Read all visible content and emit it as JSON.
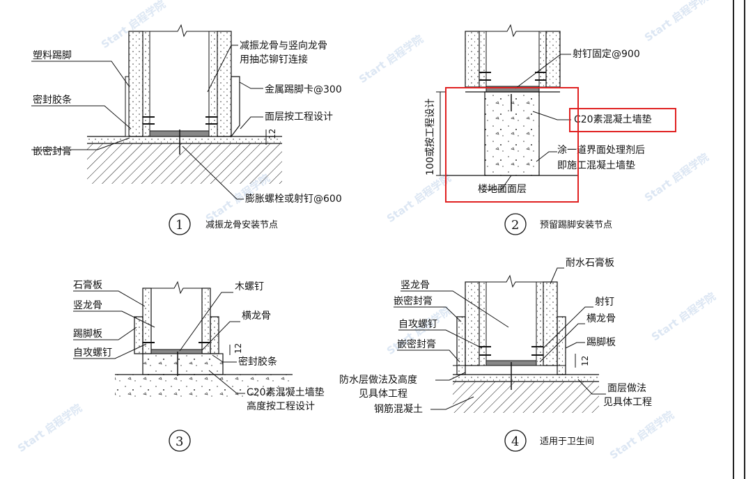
{
  "colors": {
    "ink": "#111111",
    "highlight": "#e02020",
    "watermark": "#d8e4f2",
    "frame": "#222222"
  },
  "watermark": "Start 启程学院",
  "d1": {
    "num": "1",
    "title": "减振龙骨安装节点",
    "labels": {
      "baseboard": "塑料踢脚",
      "seal_strip": "密封胶条",
      "sealant": "嵌密封膏",
      "connect_1": "减振龙骨与竖向龙骨",
      "connect_2": "用抽芯铆钉连接",
      "clip": "金属踢脚卡@300",
      "finish": "面层按工程设计",
      "bolt": "膨胀螺栓或射钉@600",
      "dim": "12"
    }
  },
  "d2": {
    "num": "2",
    "title": "预留踢脚安装节点",
    "labels": {
      "nail": "射钉固定@900",
      "pad": "C20素混凝土墙垫",
      "agent_1": "涂一道界面处理剂后",
      "agent_2": "即施工混凝土墙垫",
      "floor": "楼地面面层",
      "height": "100或按工程设计"
    }
  },
  "d3": {
    "num": "3",
    "title": "",
    "labels": {
      "gypsum": "石膏板",
      "stud": "竖龙骨",
      "baseboard": "踢脚板",
      "screw": "自攻螺钉",
      "wood_screw": "木螺钉",
      "track": "横龙骨",
      "seal_strip": "密封胶条",
      "pad_1": "C20素混凝土墙垫",
      "pad_2": "高度按工程设计",
      "dim": "12"
    }
  },
  "d4": {
    "num": "4",
    "title": "适用于卫生间",
    "labels": {
      "board": "耐水石膏板",
      "stud": "竖龙骨",
      "sealant_1": "嵌密封膏",
      "screw": "自攻螺钉",
      "sealant_2": "嵌密封膏",
      "nail": "射钉",
      "track": "横龙骨",
      "baseboard": "踢脚板",
      "waterproof_1": "防水层做法及高度",
      "waterproof_2": "见具体工程",
      "concrete": "钢筋混凝土",
      "finish_1": "面层做法",
      "finish_2": "见具体工程",
      "dim": "12"
    }
  }
}
